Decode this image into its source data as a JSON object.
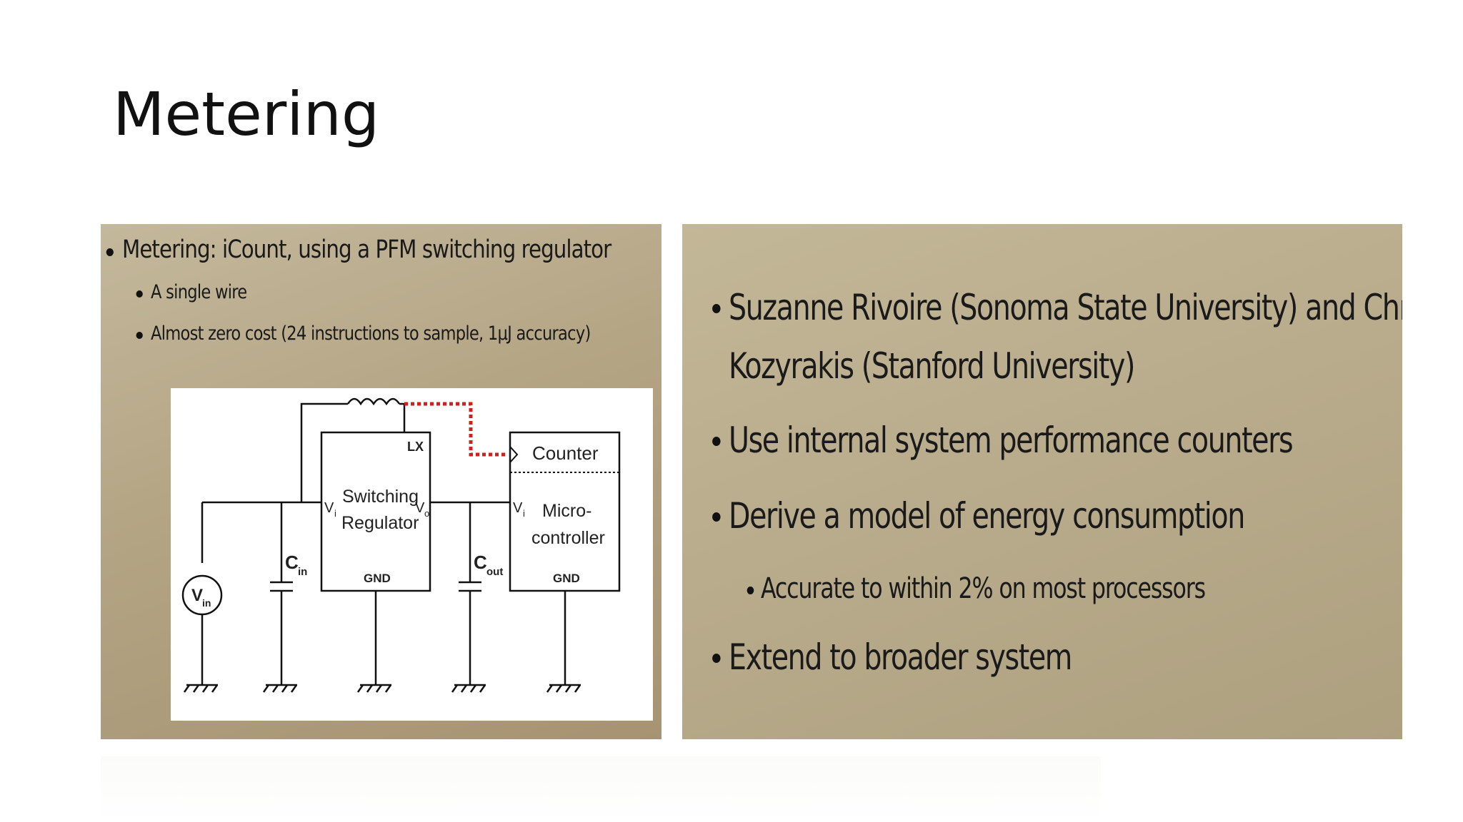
{
  "slide": {
    "title": "Metering"
  },
  "left_panel": {
    "bullets": [
      {
        "level": 1,
        "text": "Metering: iCount, using a PFM switching regulator"
      },
      {
        "level": 2,
        "text": "A single wire"
      },
      {
        "level": 2,
        "text": "Almost zero cost (24 instructions to sample, 1µJ accuracy)"
      }
    ],
    "diagram": {
      "lx": "LX",
      "counter": "Counter",
      "switching": "Switching",
      "regulator": "Regulator",
      "vi_sub": "i",
      "vo_sub": "o",
      "v_letter": "V",
      "vin_letter": "V",
      "vin_sub": "in",
      "cin_letter": "C",
      "cin_sub": "in",
      "cout_letter": "C",
      "cout_sub": "out",
      "gnd_reg": "GND",
      "gnd_mcu": "GND",
      "micro": "Micro-",
      "controller": "controller"
    }
  },
  "right_panel": {
    "bullets": [
      {
        "level": 1,
        "line1": "Suzanne Rivoire (Sonoma State University) and Christos",
        "line2": "Kozyrakis (Stanford University)"
      },
      {
        "level": 1,
        "text": "Use internal system performance counters"
      },
      {
        "level": 1,
        "text": "Derive a model of energy consumption"
      },
      {
        "level": 2,
        "text": "Accurate to within 2% on most processors"
      },
      {
        "level": 1,
        "text": "Extend to broader system"
      }
    ]
  },
  "colors": {
    "panel_tan": "#b3a483",
    "text_dark": "#1a1a1a",
    "signal_red": "#d0201c"
  }
}
